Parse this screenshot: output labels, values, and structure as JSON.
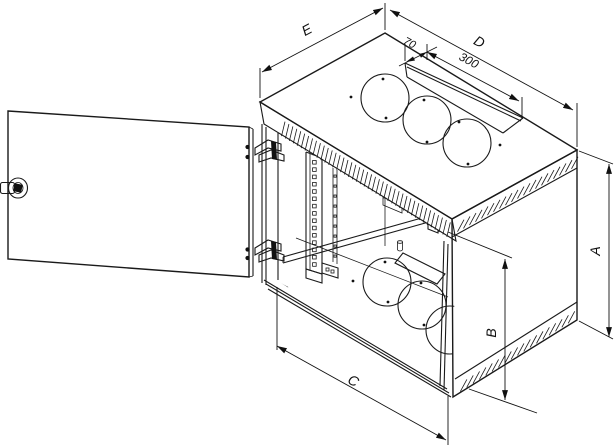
{
  "drawing": {
    "labels": {
      "top_depth": "E",
      "top_width": "D",
      "slot_length": "300",
      "slot_width": "70",
      "height": "A",
      "usable_height": "B",
      "front_width": "C"
    },
    "colors": {
      "line": "#1a1a1a",
      "background": "#ffffff"
    }
  }
}
